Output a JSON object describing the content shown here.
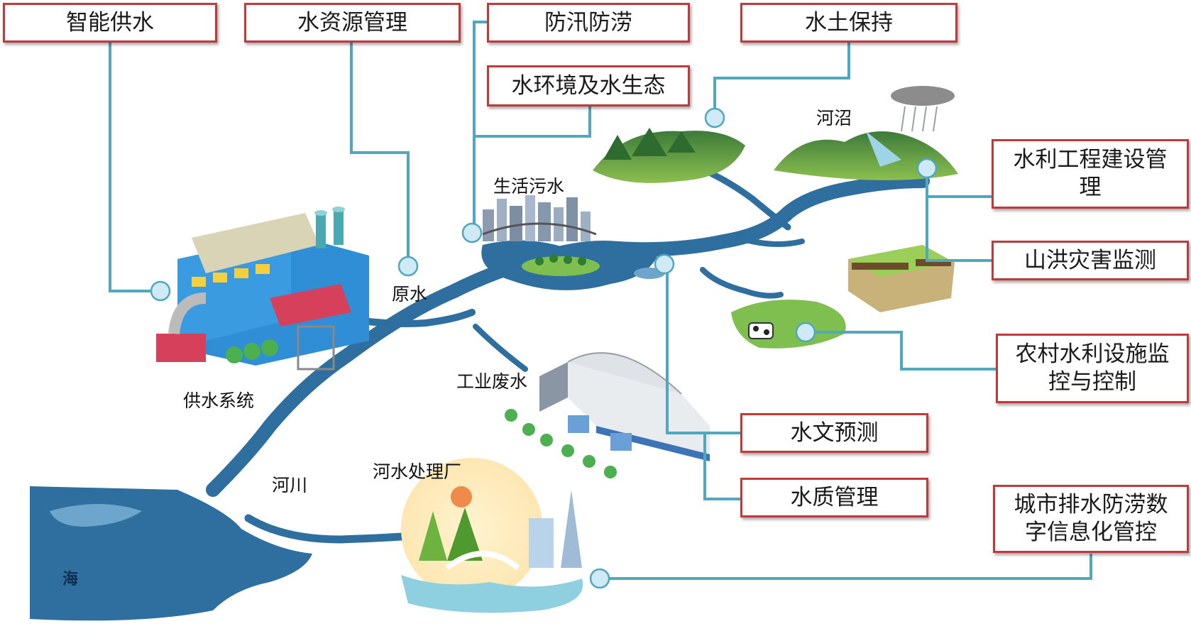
{
  "boxes": {
    "smart_supply": "智能供水",
    "water_resource": "水资源管理",
    "flood_control": "防汛防涝",
    "soil_conservation": "水土保持",
    "water_environment": "水环境及水生态",
    "water_project": "水利工程建设管理",
    "mountain_flood": "山洪灾害监测",
    "rural_water": "农村水利设施监控与控制",
    "hydrology": "水文预测",
    "water_quality": "水质管理",
    "urban_drainage": "城市排水防涝数字信息化管控"
  },
  "labels": {
    "supply_system": "供水系统",
    "raw_water": "原水",
    "domestic_sewage": "生活污水",
    "marsh": "河沼",
    "industrial_wastewater": "工业废水",
    "river": "河川",
    "treatment_plant": "河水处理厂",
    "sea": "海"
  },
  "colors": {
    "box_border": "#c0393b",
    "connector": "#4fa8bd",
    "node_fill": "#cfeaf5",
    "river": "#2f6f9f",
    "land": "#6aa63a"
  }
}
